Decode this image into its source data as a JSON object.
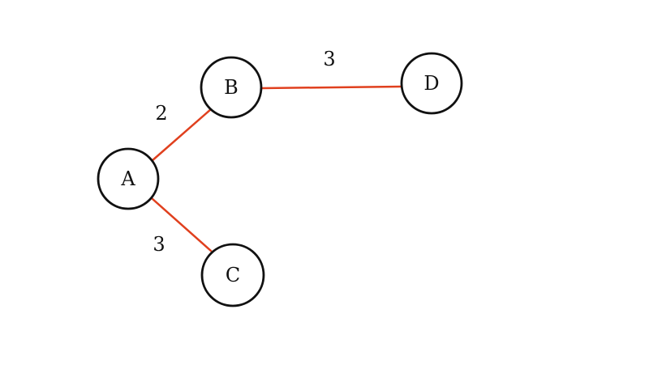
{
  "diagram": {
    "type": "weighted-graph",
    "edge_color": "#e0401e",
    "node_stroke_color": "#111111",
    "nodes": [
      {
        "id": "A",
        "label": "A"
      },
      {
        "id": "B",
        "label": "B"
      },
      {
        "id": "C",
        "label": "C"
      },
      {
        "id": "D",
        "label": "D"
      }
    ],
    "edges": [
      {
        "from": "A",
        "to": "B",
        "weight": "2"
      },
      {
        "from": "A",
        "to": "C",
        "weight": "3"
      },
      {
        "from": "B",
        "to": "D",
        "weight": "3"
      }
    ]
  }
}
